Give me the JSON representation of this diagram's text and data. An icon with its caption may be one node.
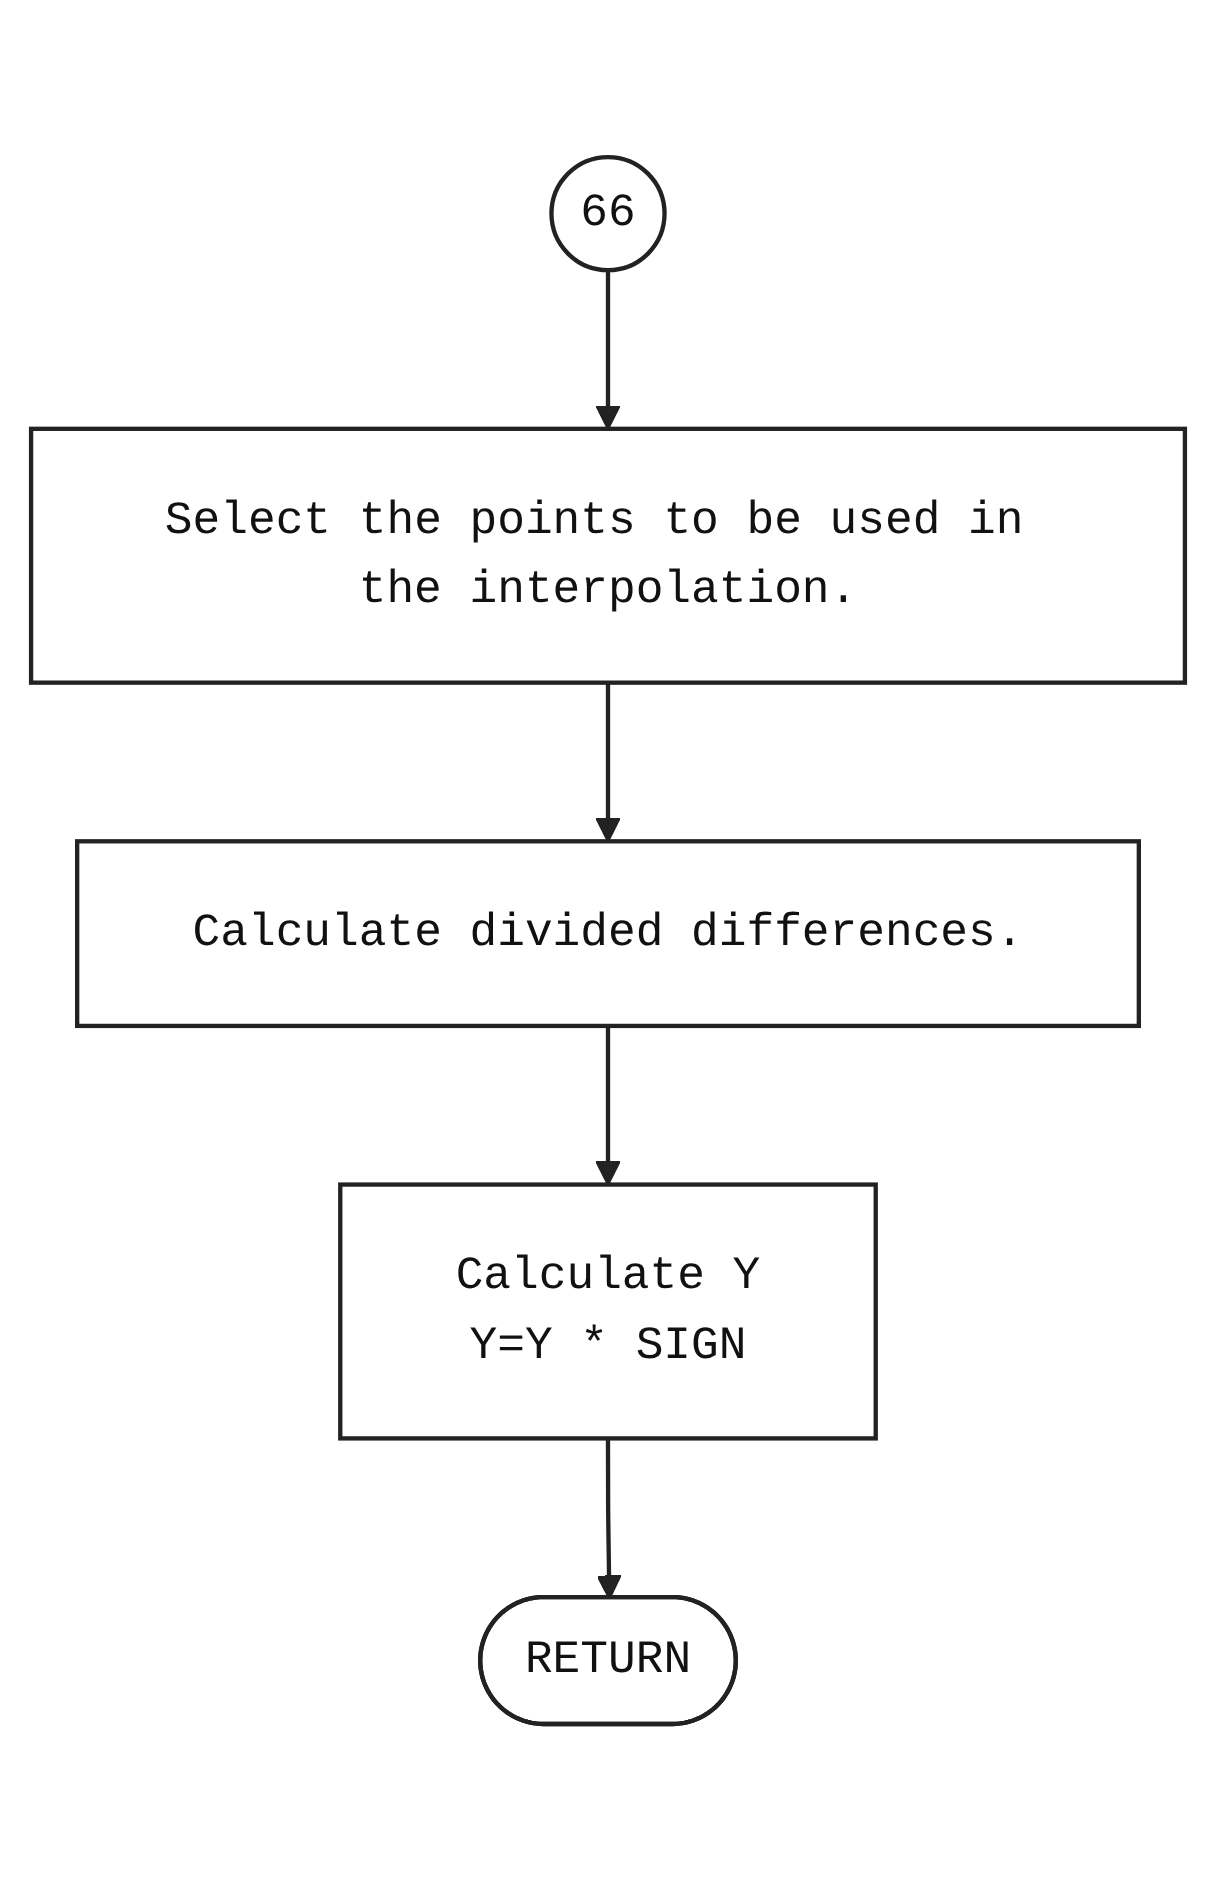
{
  "diagram": {
    "nodes": [
      {
        "text": [
          "66"
        ]
      },
      {
        "text": [
          "Select the points to be used in the interpolation."
        ]
      },
      {
        "text": [
          "Calculate divided differences."
        ]
      },
      {
        "text": [
          "Calculate Y",
          "Y=Y * SIGN"
        ]
      },
      {
        "text": [
          "RETURN"
        ]
      }
    ],
    "edges": [
      {
        "from": 0,
        "to": 1,
        "arrow": "to"
      },
      {
        "from": 1,
        "to": 2,
        "arrow": "to"
      },
      {
        "from": 2,
        "to": 3,
        "arrow": "to"
      },
      {
        "from": 3,
        "to": 4,
        "arrow": "to"
      }
    ]
  }
}
